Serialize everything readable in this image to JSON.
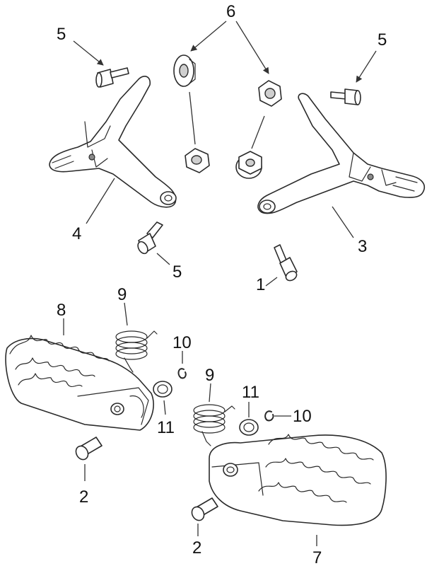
{
  "labels": {
    "l1": "1",
    "l2a": "2",
    "l2b": "2",
    "l3": "3",
    "l4": "4",
    "l5a": "5",
    "l5b": "5",
    "l5c": "5",
    "l6": "6",
    "l7": "7",
    "l8": "8",
    "l9a": "9",
    "l9b": "9",
    "l10a": "10",
    "l10b": "10",
    "l11a": "11",
    "l11b": "11"
  }
}
